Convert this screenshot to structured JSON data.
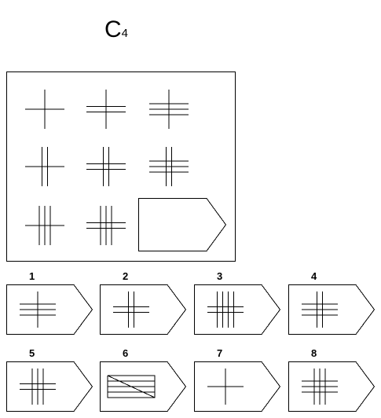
{
  "title": {
    "letter": "C",
    "number": "4"
  },
  "matrix": {
    "cells": [
      {
        "h": 1,
        "v": 1
      },
      {
        "h": 2,
        "v": 1
      },
      {
        "h": 3,
        "v": 1
      },
      {
        "h": 1,
        "v": 2
      },
      {
        "h": 2,
        "v": 2
      },
      {
        "h": 3,
        "v": 2
      },
      {
        "h": 1,
        "v": 3
      },
      {
        "h": 2,
        "v": 3
      }
    ],
    "missing": true
  },
  "options": [
    {
      "label": "1",
      "h": 3,
      "v": 1
    },
    {
      "label": "2",
      "h": 2,
      "v": 2
    },
    {
      "label": "3",
      "h": 2,
      "v": 4
    },
    {
      "label": "4",
      "h": 3,
      "v": 2
    },
    {
      "label": "5",
      "h": 2,
      "v": 3
    },
    {
      "label": "6",
      "h": 3,
      "v": 0,
      "diag": true
    },
    {
      "label": "7",
      "h": 1,
      "v": 1
    },
    {
      "label": "8",
      "h": 3,
      "v": 3
    }
  ]
}
